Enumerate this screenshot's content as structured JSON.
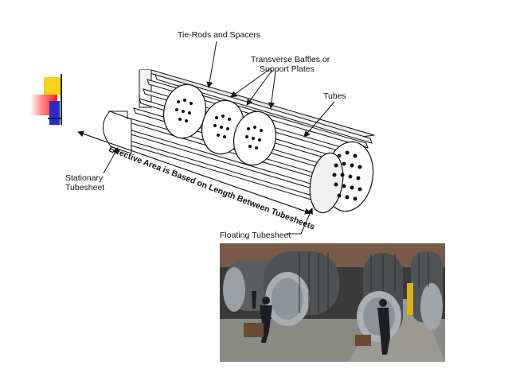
{
  "diagram": {
    "labels": {
      "tie_rods": "Tie-Rods and Spacers",
      "baffles_1": "Transverse Baffles or",
      "baffles_2": "Support Plates",
      "tubes": "Tubes",
      "stationary_1": "Stationary",
      "stationary_2": "Tubesheet",
      "effective_area": "Effective Area is Based on Length Between Tubesheets",
      "floating": "Floating Tubesheet"
    }
  },
  "colors": {
    "accent_yellow": "#f7d21a",
    "accent_red": "#f21d1d",
    "accent_blue": "#2c2cc0"
  }
}
